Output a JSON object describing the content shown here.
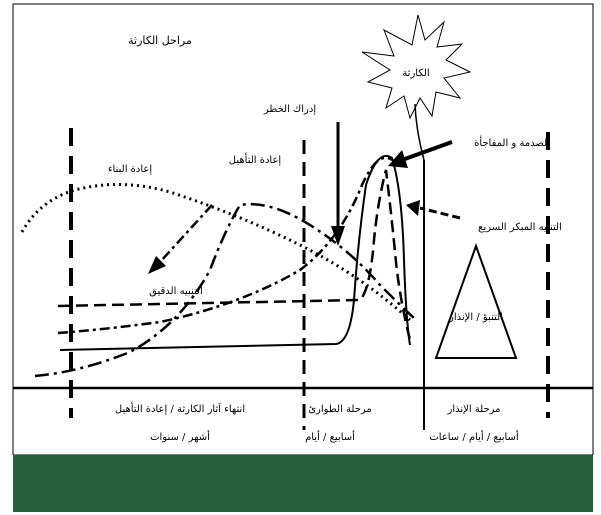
{
  "diagram": {
    "title": "مراحل الكارثة",
    "disaster": "الكارثة",
    "danger_perception": "إدراك الخطر",
    "shock_and_surprise": "الصدمة و المفاجأة",
    "early_warning": "التنبيه المبكر السريع",
    "reconstruction": "إعادة البناء",
    "rehabilitation": "إعادة التأهيل",
    "delayed_warning": "التنبيه الدقيق",
    "prediction_warning": "التنبؤ / الإنذار",
    "phase_recovery": "انتهاء آثار الكارثة / إعادة التأهيل",
    "phase_recovery_time": "أشهر / سنوات",
    "phase_emergency": "مرحلة الطوارئ",
    "phase_emergency_time": "أسابيع / أيام",
    "phase_warning": "مرحلة الإنذار",
    "phase_warning_time": "أسابيع / أيام / ساعات"
  },
  "colors": {
    "footer": "#24603a",
    "ink": "#000000"
  }
}
